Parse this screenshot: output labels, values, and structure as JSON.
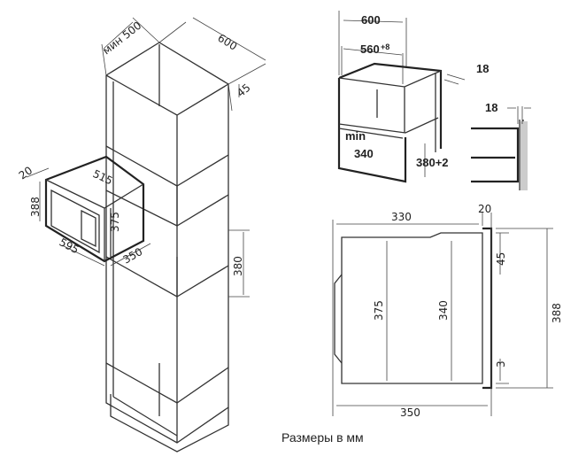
{
  "caption": "Размеры в мм",
  "cabinet_view": {
    "min_depth": "мин 500",
    "width": "600",
    "top_offset": "45",
    "front_frame": "20",
    "inner_width": "515",
    "height_total": "388",
    "body_height": "375",
    "front_width": "595",
    "depth": "350",
    "niche_height": "380"
  },
  "niche_view": {
    "outer_width": "600",
    "inner_width": "560",
    "inner_width_tol": "+8",
    "panel_thickness": "18",
    "min_label": "min",
    "min_depth": "340",
    "niche_height": "380+2",
    "side_thickness": "18"
  },
  "side_view": {
    "body_depth": "330",
    "frame_depth": "20",
    "top_gap": "45",
    "body_height": "375",
    "inner_height": "340",
    "total_height": "388",
    "bottom_gap": "3",
    "total_depth": "350"
  }
}
